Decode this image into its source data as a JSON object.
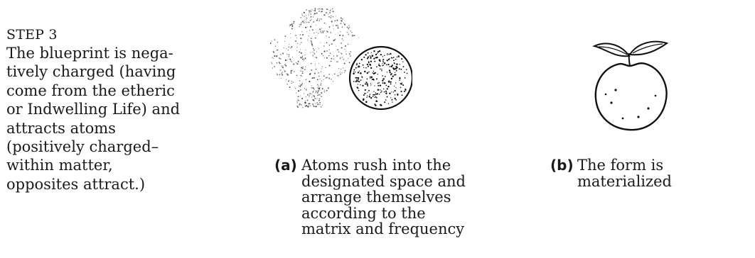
{
  "step": {
    "heading": "STEP 3",
    "body": "The blueprint is nega-\ntively charged (having\ncome from the etheric\nor Indwelling Life) and\nattracts atoms\n(positively charged–\nwithin matter,\nopposites attract.)"
  },
  "figures": {
    "a": {
      "letter": "(a)",
      "text": "Atoms rush into the\ndesignated space and\narrange themselves\naccording to the\nmatrix and frequency",
      "illustration": "stippled-atom-cloud-and-circle"
    },
    "b": {
      "letter": "(b)",
      "text": "The form is\nmaterialized",
      "illustration": "orange-fruit-with-leaves"
    }
  }
}
